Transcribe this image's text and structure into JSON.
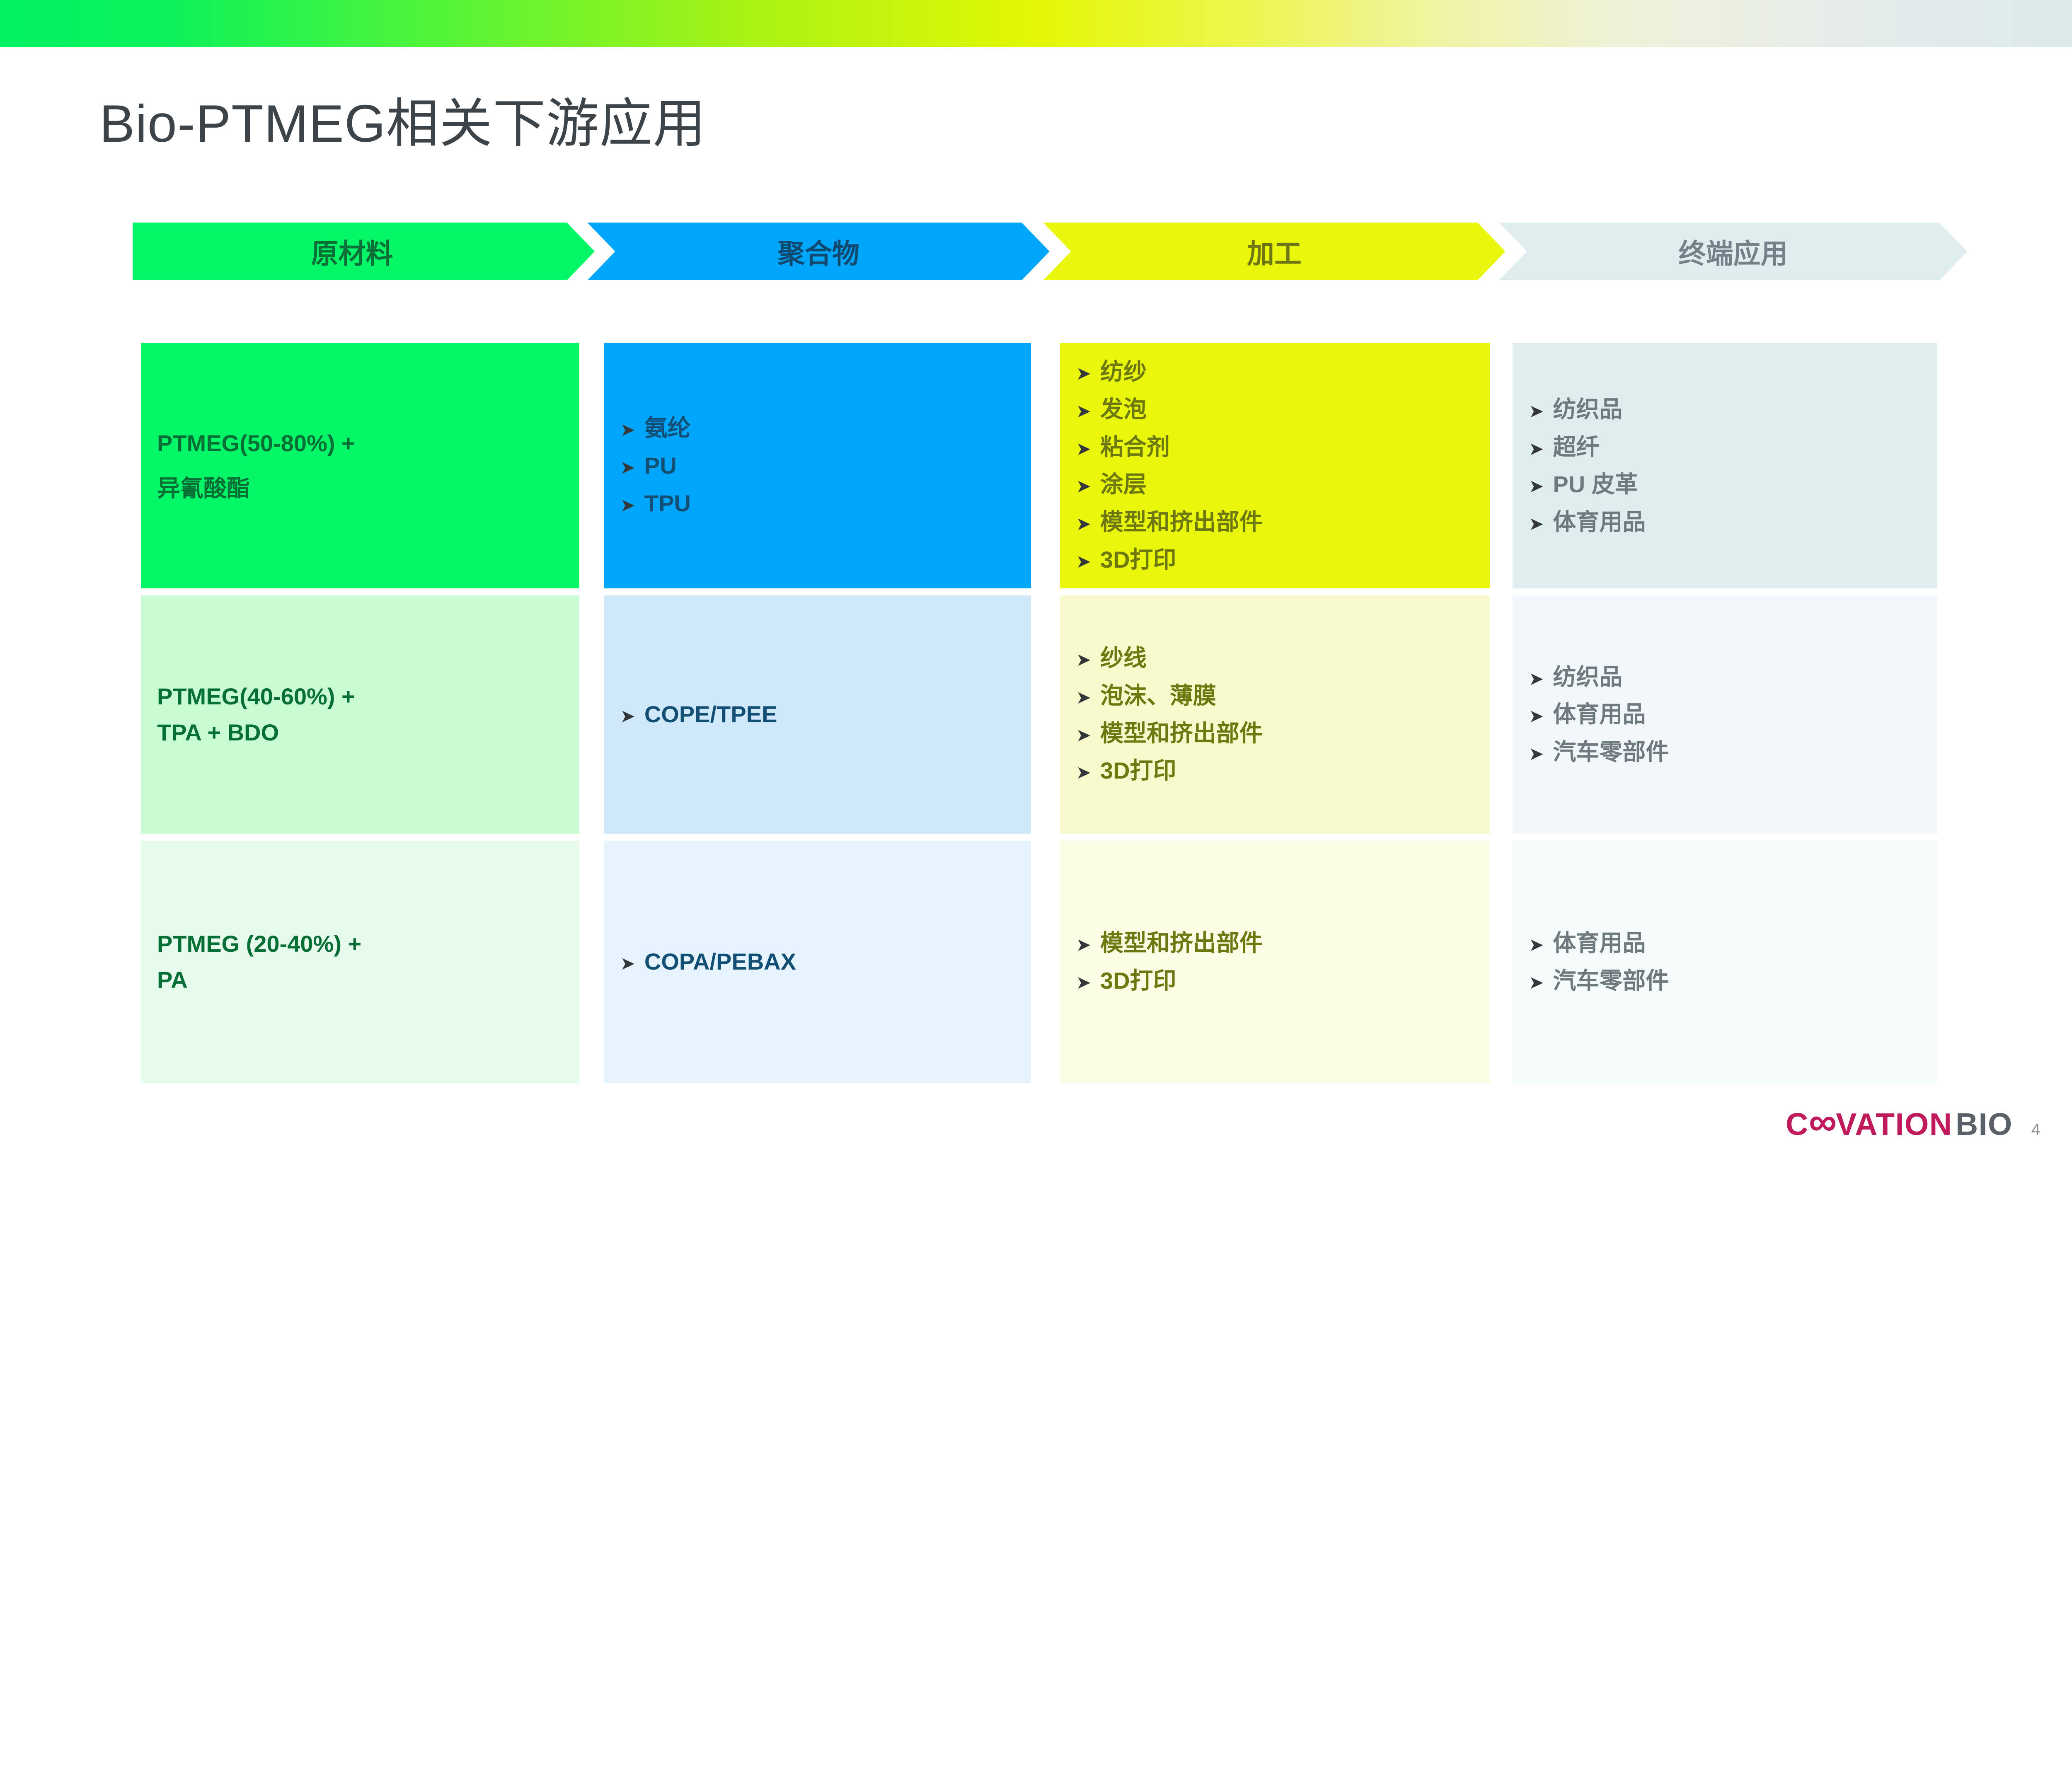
{
  "title": "Bio-PTMEG相关下游应用",
  "bullet_glyph": "➤",
  "top_bar": {
    "gradient_colors": [
      "#00f263",
      "#a8f214",
      "#e3f704",
      "#eff2d8",
      "#dee9ec"
    ]
  },
  "flow_steps": [
    {
      "label": "原材料",
      "color": "#03f766",
      "label_color": "#0a7038"
    },
    {
      "label": "聚合物",
      "color": "#00a6fb",
      "label_color": "#0f4a70"
    },
    {
      "label": "加工",
      "color": "#e8f70b",
      "label_color": "#6e7512"
    },
    {
      "label": "终端应用",
      "color": "#dfedee",
      "label_color": "#75808a"
    }
  ],
  "grid": {
    "columns": [
      {
        "name": "raw-materials",
        "text_color": "#056f35",
        "rows": [
          {
            "bg": "#03f766",
            "lines": [
              "PTMEG(50-80%) +",
              "异氰酸酯"
            ]
          },
          {
            "bg": "#c8fbd2",
            "lines": [
              "PTMEG(40-60%) +",
              "TPA + BDO"
            ]
          },
          {
            "bg": "#e7fbec",
            "lines": [
              "PTMEG (20-40%) +",
              "PA"
            ]
          }
        ]
      },
      {
        "name": "polymers",
        "text_color": "#134f74",
        "rows": [
          {
            "bg": "#00a6fb",
            "items": [
              "氨纶",
              "PU",
              "TPU"
            ]
          },
          {
            "bg": "#cfe9fb",
            "items": [
              "COPE/TPEE"
            ]
          },
          {
            "bg": "#e5f3fc",
            "items": [
              "COPA/PEBAX"
            ]
          }
        ]
      },
      {
        "name": "processing",
        "text_color": "#6e7810",
        "rows": [
          {
            "bg": "#e8f70b",
            "items": [
              "纺纱",
              "发泡",
              "粘合剂",
              "涂层",
              "模型和挤出部件",
              "3D打印"
            ]
          },
          {
            "bg": "#f8facb",
            "items": [
              "纱线",
              "泡沫、薄膜",
              "模型和挤出部件",
              "3D打印"
            ]
          },
          {
            "bg": "#fbfce4",
            "items": [
              "模型和挤出部件",
              "3D打印"
            ]
          }
        ]
      },
      {
        "name": "end-uses",
        "text_color": "#6f7a7f",
        "rows": [
          {
            "bg": "#dfedee",
            "items": [
              "纺织品",
              "超纤",
              "PU 皮革",
              "体育用品"
            ]
          },
          {
            "bg": "#f2f7fa",
            "items": [
              "纺织品",
              "体育用品",
              "汽车零部件"
            ]
          },
          {
            "bg": "#f5fafa",
            "items": [
              "体育用品",
              "汽车零部件"
            ]
          }
        ]
      }
    ]
  },
  "logo": {
    "prefix": "C",
    "infinity": "∞",
    "suffix": "VATION",
    "bio": "BIO"
  },
  "page_number": "4"
}
